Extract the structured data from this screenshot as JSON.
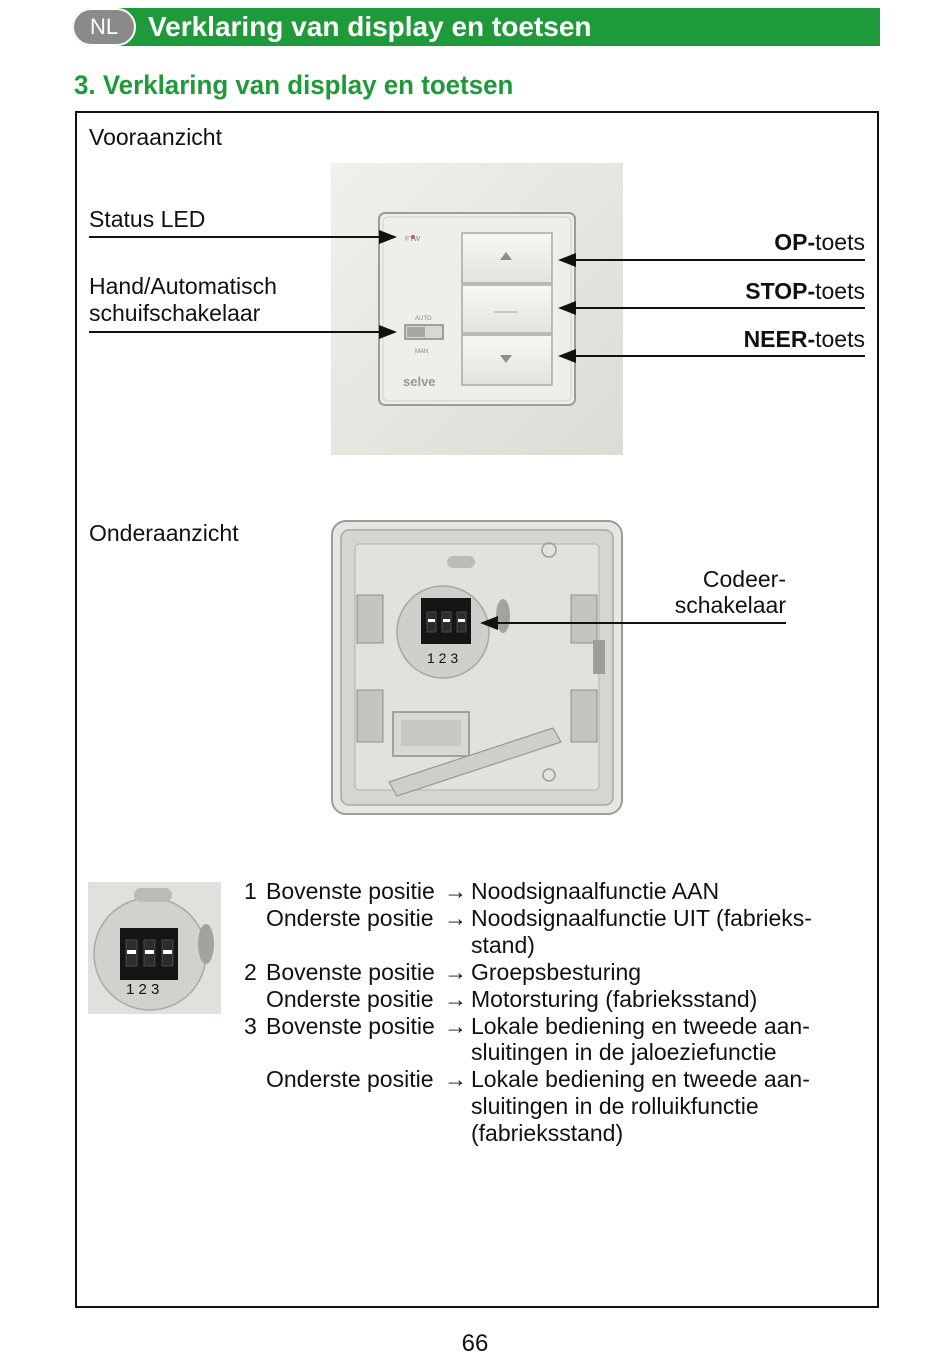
{
  "header": {
    "lang": "NL",
    "title": "Verklaring van display en toetsen"
  },
  "section_title": "3. Verklaring van display en toetsen",
  "front_view": {
    "caption": "Vooraanzicht",
    "status_led": "Status LED",
    "slider_line1": "Hand/Automatisch",
    "slider_line2": "schuifschakelaar",
    "device_label_led": "FTW",
    "device_label_auto": "AUTO",
    "device_label_man": "MAN",
    "device_brand": "selve",
    "up_key": {
      "bold": "OP-",
      "rest": "toets"
    },
    "stop_key": {
      "bold": "STOP-",
      "rest": "toets"
    },
    "down_key": {
      "bold": "NEER-",
      "rest": "toets"
    }
  },
  "bottom_view": {
    "caption": "Onderaanzicht",
    "coder_line1": "Codeer-",
    "coder_line2": "schakelaar",
    "switch_numbers": "1 2 3"
  },
  "detail": {
    "switch_numbers": "1 2 3"
  },
  "legend": {
    "arrow": "→",
    "items": [
      {
        "num": "1",
        "rows": [
          {
            "pos": "Bovenste positie",
            "lines": [
              "Noodsignaalfunctie AAN"
            ]
          },
          {
            "pos": "Onderste positie",
            "lines": [
              "Noodsignaalfunctie UIT (fabrieks-",
              "stand)"
            ]
          }
        ]
      },
      {
        "num": "2",
        "rows": [
          {
            "pos": "Bovenste positie",
            "lines": [
              "Groepsbesturing"
            ]
          },
          {
            "pos": "Onderste positie",
            "lines": [
              "Motorsturing (fabrieksstand)"
            ]
          }
        ]
      },
      {
        "num": "3",
        "rows": [
          {
            "pos": "Bovenste positie",
            "lines": [
              "Lokale bediening en tweede aan-",
              "sluitingen in de jaloeziefunctie"
            ]
          },
          {
            "pos": "Onderste positie",
            "lines": [
              "Lokale bediening en tweede aan-",
              "sluitingen in de rolluikfunctie",
              "(fabrieksstand)"
            ]
          }
        ]
      }
    ]
  },
  "page_number": "66"
}
